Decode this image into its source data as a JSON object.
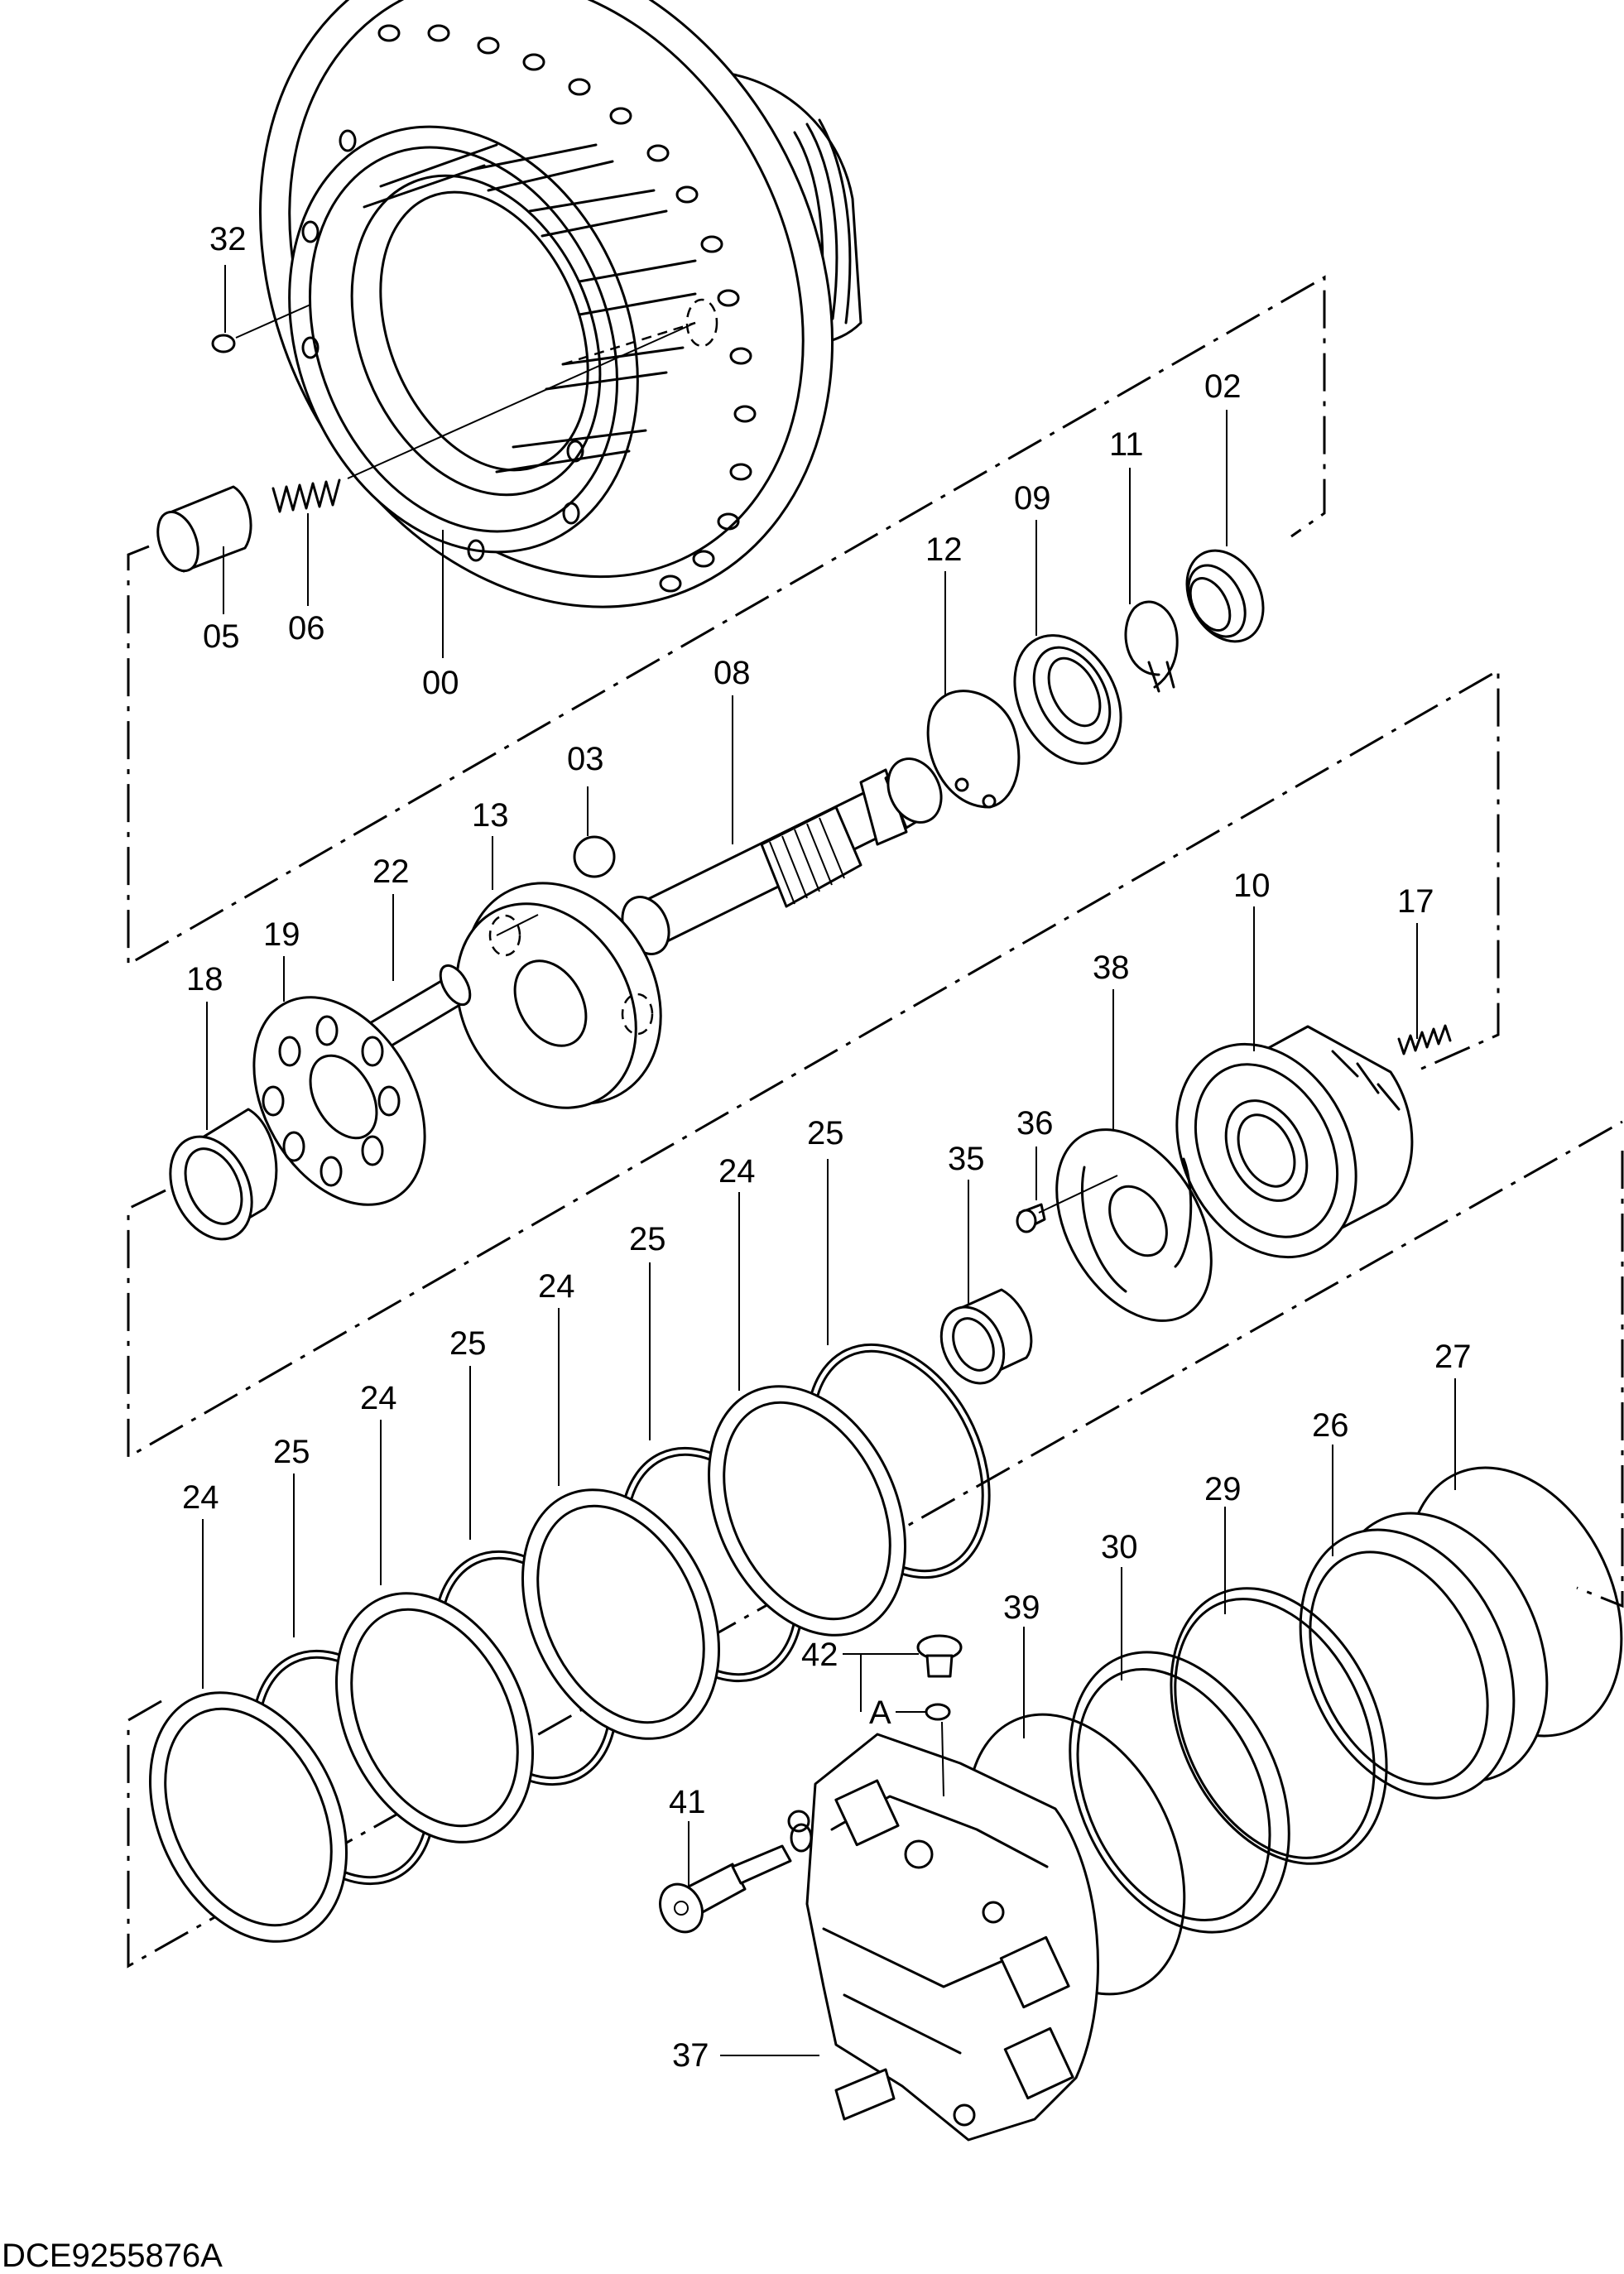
{
  "drawing_code": "DCE9255876A",
  "labels": [
    {
      "id": "p32",
      "text": "32"
    },
    {
      "id": "p05",
      "text": "05"
    },
    {
      "id": "p06",
      "text": "06"
    },
    {
      "id": "p00",
      "text": "00"
    },
    {
      "id": "p02",
      "text": "02"
    },
    {
      "id": "p11",
      "text": "11"
    },
    {
      "id": "p09",
      "text": "09"
    },
    {
      "id": "p12",
      "text": "12"
    },
    {
      "id": "p08",
      "text": "08"
    },
    {
      "id": "p03",
      "text": "03"
    },
    {
      "id": "p13",
      "text": "13"
    },
    {
      "id": "p22",
      "text": "22"
    },
    {
      "id": "p19",
      "text": "19"
    },
    {
      "id": "p18",
      "text": "18"
    },
    {
      "id": "p10",
      "text": "10"
    },
    {
      "id": "p17",
      "text": "17"
    },
    {
      "id": "p38",
      "text": "38"
    },
    {
      "id": "p36",
      "text": "36"
    },
    {
      "id": "p35",
      "text": "35"
    },
    {
      "id": "p25a",
      "text": "25"
    },
    {
      "id": "p24a",
      "text": "24"
    },
    {
      "id": "p25b",
      "text": "25"
    },
    {
      "id": "p24b",
      "text": "24"
    },
    {
      "id": "p25c",
      "text": "25"
    },
    {
      "id": "p24c",
      "text": "24"
    },
    {
      "id": "p25d",
      "text": "25"
    },
    {
      "id": "p24d",
      "text": "24"
    },
    {
      "id": "p27",
      "text": "27"
    },
    {
      "id": "p26",
      "text": "26"
    },
    {
      "id": "p29",
      "text": "29"
    },
    {
      "id": "p30",
      "text": "30"
    },
    {
      "id": "p39",
      "text": "39"
    },
    {
      "id": "p42",
      "text": "42"
    },
    {
      "id": "pA",
      "text": "A"
    },
    {
      "id": "p41",
      "text": "41"
    },
    {
      "id": "p37",
      "text": "37"
    }
  ]
}
